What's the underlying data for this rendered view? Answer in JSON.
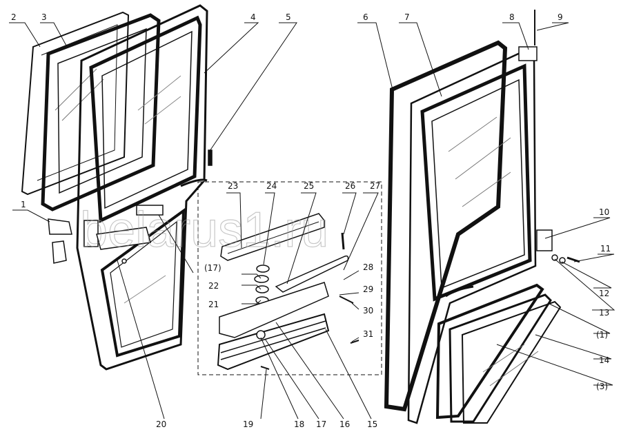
{
  "watermark": "belarus1.ru",
  "labels": {
    "l1": "1",
    "l2": "2",
    "l3": "3",
    "l4": "4",
    "l5": "5",
    "l6": "6",
    "l7": "7",
    "l8": "8",
    "l9": "9",
    "l10": "10",
    "l11": "11",
    "l12": "12",
    "l13": "13",
    "l1p": "(1)",
    "l14": "14",
    "l3p": "(3)",
    "l15": "15",
    "l16": "16",
    "l17": "17",
    "l18": "18",
    "l19": "19",
    "l20": "20",
    "l21": "21",
    "l22": "22",
    "l17p": "(17)",
    "l23": "23",
    "l24": "24",
    "l25": "25",
    "l26": "26",
    "l27": "27",
    "l28": "28",
    "l29": "29",
    "l30": "30",
    "l31": "31"
  }
}
